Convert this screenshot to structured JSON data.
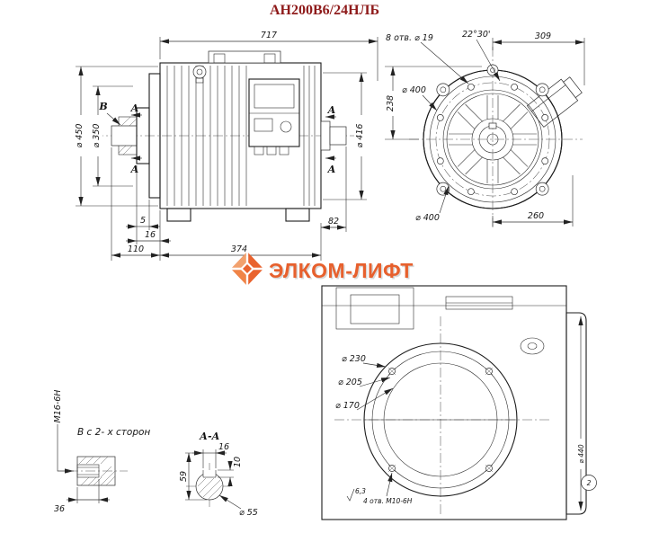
{
  "title": "АН200В6/24НЛБ",
  "watermark": {
    "text": "ЭЛКОМ-ЛИФТ",
    "color": "#e6551e"
  },
  "side_view": {
    "dim_length": "717",
    "dim_d450": "⌀ 450",
    "dim_d350": "⌀ 350",
    "dim_d416": "⌀ 416",
    "label_b": "В",
    "label_a": "А",
    "dim_5": "5",
    "dim_16": "16",
    "dim_110": "110",
    "dim_374": "374",
    "dim_82": "82"
  },
  "front_view": {
    "dim_holes": "8 отв. ⌀ 19",
    "dim_angle": "22°30'",
    "dim_309": "309",
    "dim_d400_top": "⌀ 400",
    "dim_238": "238",
    "dim_d400_bottom": "⌀ 400",
    "dim_260": "260"
  },
  "rear_view": {
    "dim_d230": "⌀ 230",
    "dim_d205": "⌀ 205",
    "dim_d170": "⌀ 170",
    "dim_d440": "⌀ 440",
    "dim_holes": "4 отв. М10-6Н",
    "roughness": "6,3",
    "note_marker": "2"
  },
  "detail_b": {
    "label": "В  с 2- х сторон",
    "dim_thread": "М16-6Н",
    "dim_36": "36"
  },
  "section_aa": {
    "label": "А-А",
    "dim_16": "16",
    "dim_59": "59",
    "dim_10": "10",
    "dim_d55": "⌀ 55"
  }
}
